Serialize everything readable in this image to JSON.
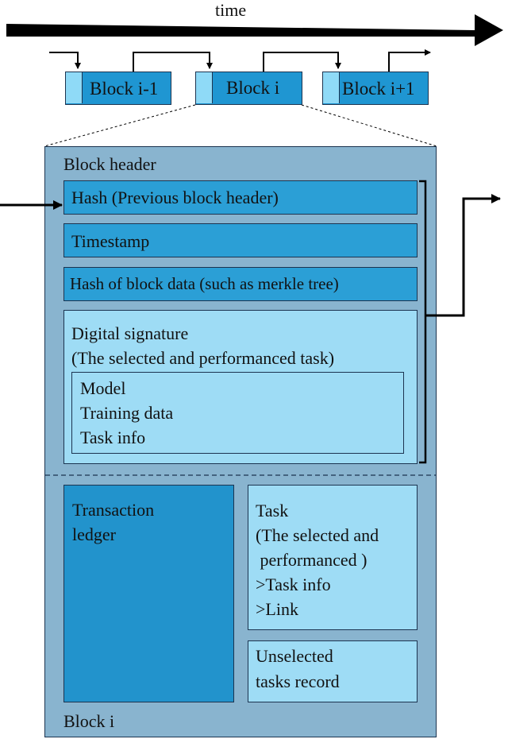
{
  "timeline": {
    "label": "time"
  },
  "chain": {
    "blocks": [
      {
        "label": "Block i-1"
      },
      {
        "label": "Block i"
      },
      {
        "label": "Block i+1"
      }
    ]
  },
  "block_detail": {
    "header_title": "Block header",
    "fields": {
      "hash_prev": "Hash (Previous block header)",
      "timestamp": "Timestamp",
      "hash_data": "Hash of block data (such as merkle tree)",
      "signature": {
        "line1": "Digital signature",
        "line2": "(The selected and performanced task)",
        "inner": [
          "Model",
          "Training data",
          "Task info"
        ]
      }
    },
    "body": {
      "ledger": [
        "Transaction",
        "ledger"
      ],
      "task": [
        "Task",
        "(The selected and",
        " performanced )",
        ">Task info",
        ">Link"
      ],
      "unselected": [
        "Unselected",
        "tasks record"
      ]
    },
    "footer_label": "Block i"
  },
  "colors": {
    "outer_fill": "#89b4cf",
    "field_fill": "#2b9fd6",
    "light_fill": "#9edcf5",
    "ledger_fill": "#2293cc",
    "block_fill": "#1f96d2",
    "block_tab": "#8fdaf7",
    "stroke": "#1c3450"
  }
}
